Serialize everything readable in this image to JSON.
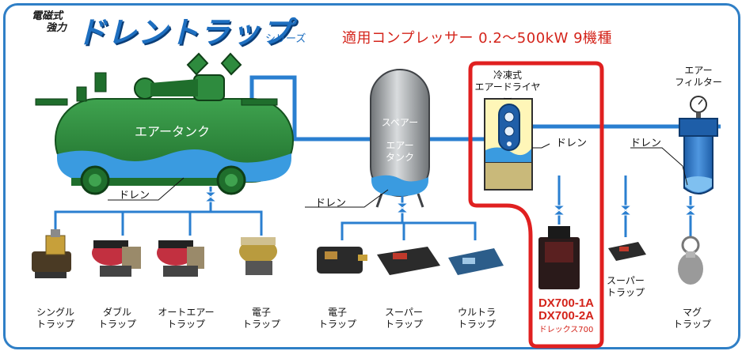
{
  "header": {
    "brand_line1": "電磁式",
    "brand_line2": "強力",
    "brand_name": "ドレントラップ",
    "brand_series": "シリーズ",
    "headline": "適用コンプレッサー 0.2～500kW 9機種"
  },
  "equipment": {
    "air_tank": "エアータンク",
    "spare_tank_line1": "スペアー",
    "spare_tank_line2": "エアー",
    "spare_tank_line3": "タンク",
    "dryer_line1": "冷凍式",
    "dryer_line2": "エアードライヤー",
    "filter_line1": "エアー",
    "filter_line2": "フィルター",
    "drain": "ドレン"
  },
  "traps": {
    "single": [
      "シングル",
      "トラップ"
    ],
    "double": [
      "ダブル",
      "トラップ"
    ],
    "auto_air": [
      "オートエアー",
      "トラップ"
    ],
    "electronic_1": [
      "電子",
      "トラップ"
    ],
    "electronic_2": [
      "電子",
      "トラップ"
    ],
    "super_1": [
      "スーパー",
      "トラップ"
    ],
    "ultra": [
      "ウルトラ",
      "トラップ"
    ],
    "super_2": [
      "スーパー",
      "トラップ"
    ],
    "mag": [
      "マグ",
      "トラップ"
    ]
  },
  "dx": {
    "model_1": "DX700-1A",
    "model_2": "DX700-2A",
    "name": "ドレックス700"
  },
  "colors": {
    "frame": "#2f7fc6",
    "pipe": "#2a7fd0",
    "tank_green": "#2e8b3e",
    "water": "#3a9be0",
    "accent_red": "#d4241b"
  }
}
